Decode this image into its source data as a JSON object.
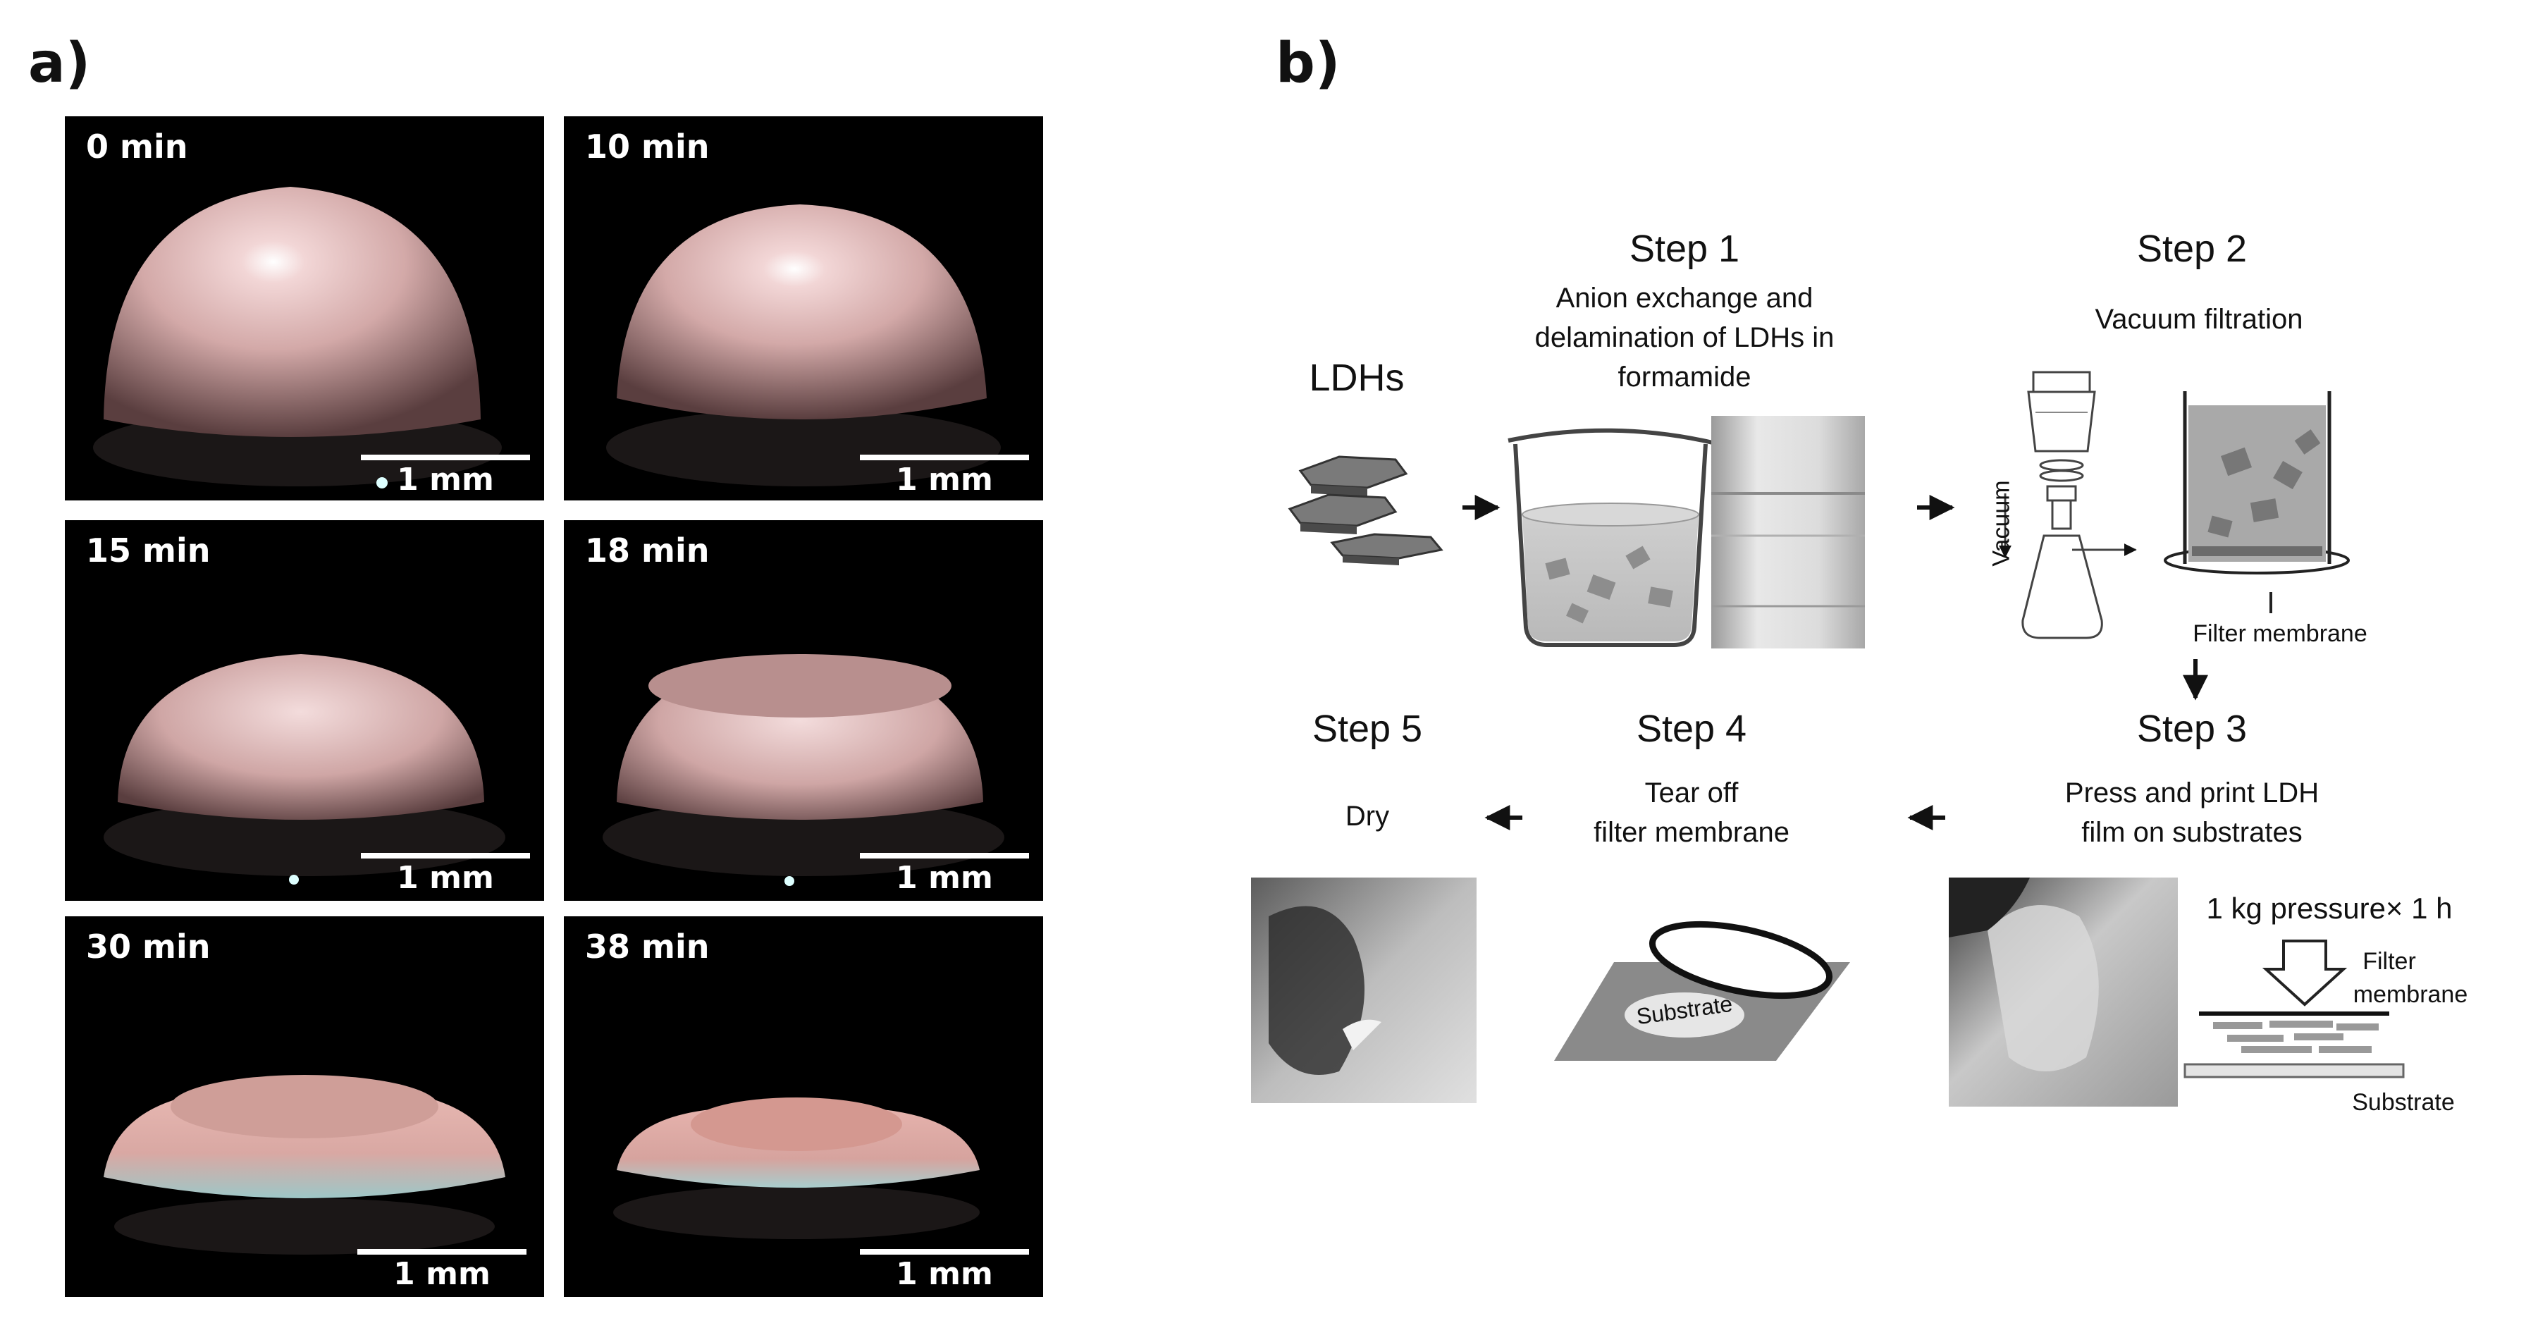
{
  "panel_a": {
    "label": "a)",
    "frames": [
      {
        "time": "0 min",
        "scale": "1 mm"
      },
      {
        "time": "10 min",
        "scale": "1 mm"
      },
      {
        "time": "15 min",
        "scale": "1 mm"
      },
      {
        "time": "18 min",
        "scale": "1 mm"
      },
      {
        "time": "30 min",
        "scale": "1 mm"
      },
      {
        "time": "38 min",
        "scale": "1 mm"
      }
    ]
  },
  "panel_b": {
    "label": "b)",
    "ldhs": "LDHs",
    "step1": {
      "title": "Step 1",
      "desc1": "Anion exchange and",
      "desc2": "delamination of LDHs in",
      "desc3": "formamide"
    },
    "step2": {
      "title": "Step 2",
      "desc": "Vacuum filtration",
      "vacuum": "Vacuum",
      "filter_membrane": "Filter membrane"
    },
    "step3": {
      "title": "Step 3",
      "desc1": "Press and print LDH",
      "desc2": "film on substrates",
      "pressure": "1 kg pressure× 1 h",
      "filter1": "Filter",
      "filter2": "membrane",
      "substrate": "Substrate"
    },
    "step4": {
      "title": "Step 4",
      "desc1": "Tear off",
      "desc2": "filter membrane",
      "substrate": "Substrate"
    },
    "step5": {
      "title": "Step 5",
      "desc": "Dry"
    }
  }
}
